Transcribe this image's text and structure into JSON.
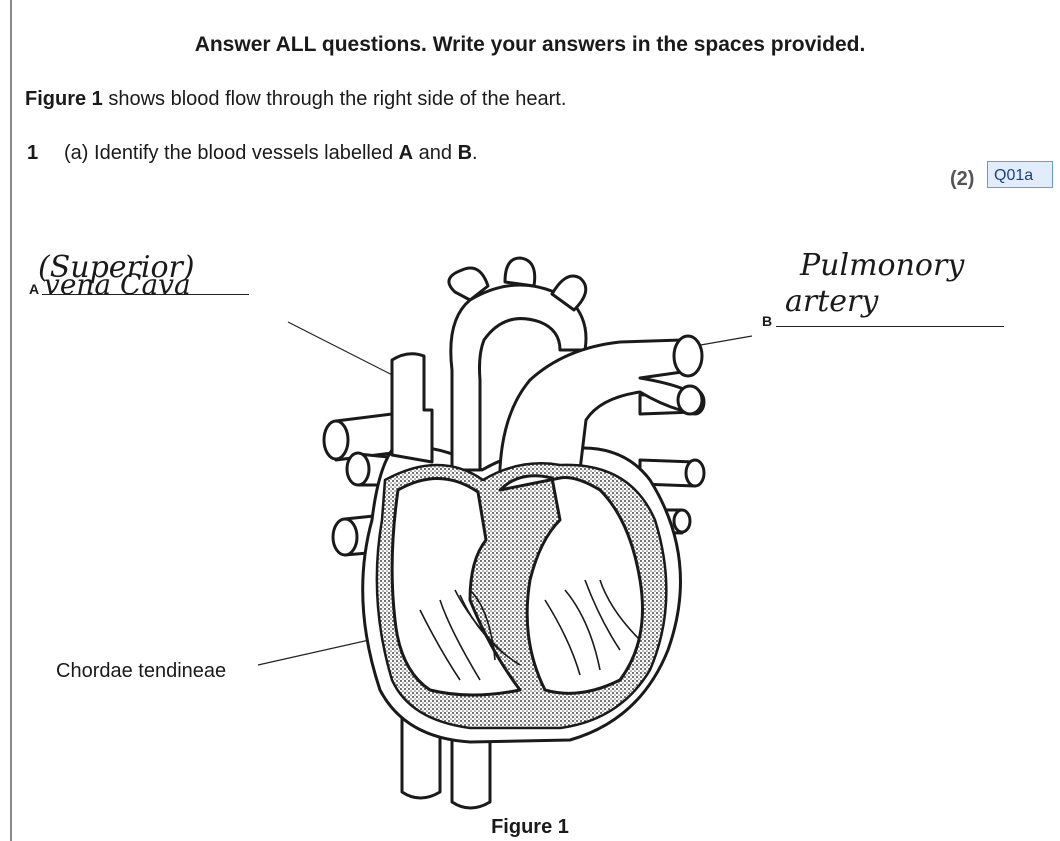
{
  "instructions": "Answer ALL questions. Write your answers in the spaces provided.",
  "intro": {
    "figure_ref": "Figure 1",
    "rest": " shows blood flow through the right side of the heart."
  },
  "question": {
    "number": "1",
    "part": "(a)",
    "text_before": " Identify the blood vessels labelled ",
    "label_a": "A",
    "and": " and ",
    "label_b": "B",
    "period": ".",
    "marks": "(2)",
    "code": "Q01a"
  },
  "answers": {
    "a_letter": "A",
    "a_line1": "(Superior)",
    "a_line2": "vena Cava",
    "b_letter": "B",
    "b_line1": "Pulmonory",
    "b_line2": "artery"
  },
  "diagram_label": "Chordae tendineae",
  "figure_caption": "Figure 1"
}
